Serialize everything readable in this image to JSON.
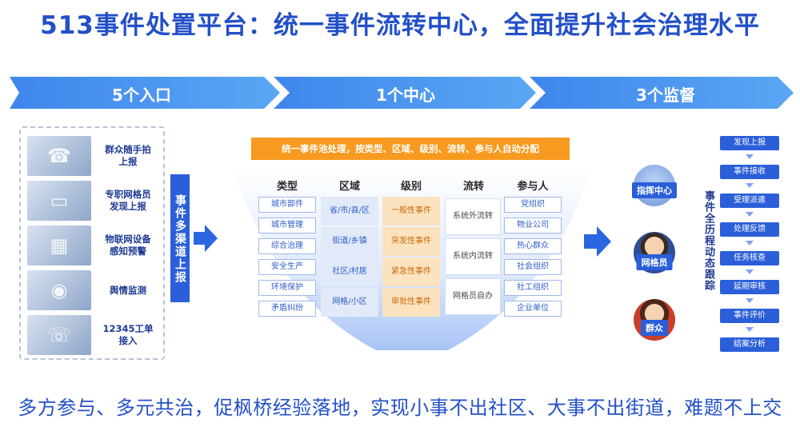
{
  "title": "513事件处置平台：统一事件流转中心，全面提升社会治理水平",
  "banner": {
    "left": "5个入口",
    "middle": "1个中心",
    "right": "3个监督"
  },
  "entries": [
    {
      "label": "群众随手拍\n上报",
      "icon": "phone-photo-icon"
    },
    {
      "label": "专职网格员\n发现上报",
      "icon": "laptop-photo-icon"
    },
    {
      "label": "物联网设备\n感知预警",
      "icon": "server-room-photo-icon"
    },
    {
      "label": "舆情监测",
      "icon": "monitoring-photo-icon"
    },
    {
      "label": "12345工单\n接入",
      "icon": "call-center-photo-icon"
    }
  ],
  "channel_bar": "事件多渠道上报",
  "center": {
    "banner": "统一事件池处理，按类型、区域、级别、流转、参与人自动分配",
    "headers": [
      "类型",
      "区域",
      "级别",
      "流转",
      "参与人"
    ],
    "types": [
      "城市部件",
      "城市管理",
      "综合治理",
      "安全生产",
      "环境保护",
      "矛盾纠纷"
    ],
    "regions": [
      "省/市/县/区",
      "街道/乡镇",
      "社区/村居",
      "网格/小区"
    ],
    "levels": [
      "一般性事件",
      "突发性事件",
      "紧急性事件",
      "审批性事件"
    ],
    "flows": [
      "系统外流转",
      "系统内流转",
      "网格员自办"
    ],
    "participants": [
      "党组织",
      "物业公司",
      "热心群众",
      "社会组织",
      "社工组织",
      "企业单位"
    ]
  },
  "roles": [
    {
      "label": "指挥中心",
      "icon": "command-center-icon"
    },
    {
      "label": "网格员",
      "icon": "grid-worker-avatar-icon"
    },
    {
      "label": "群众",
      "icon": "citizen-avatar-icon"
    }
  ],
  "process_label": "事件全历程动态跟踪",
  "steps": [
    "发现上报",
    "事件接收",
    "受理派遣",
    "处理反馈",
    "任务核查",
    "延期审核",
    "事件评价",
    "结案分析"
  ],
  "footer": "多方参与、多元共治，促枫桥经验落地，实现小事不出社区、大事不出街道，难题不上交",
  "colors": {
    "primary": "#2b5fd9",
    "accent_orange": "#f79a1f",
    "title": "#2350c8"
  }
}
